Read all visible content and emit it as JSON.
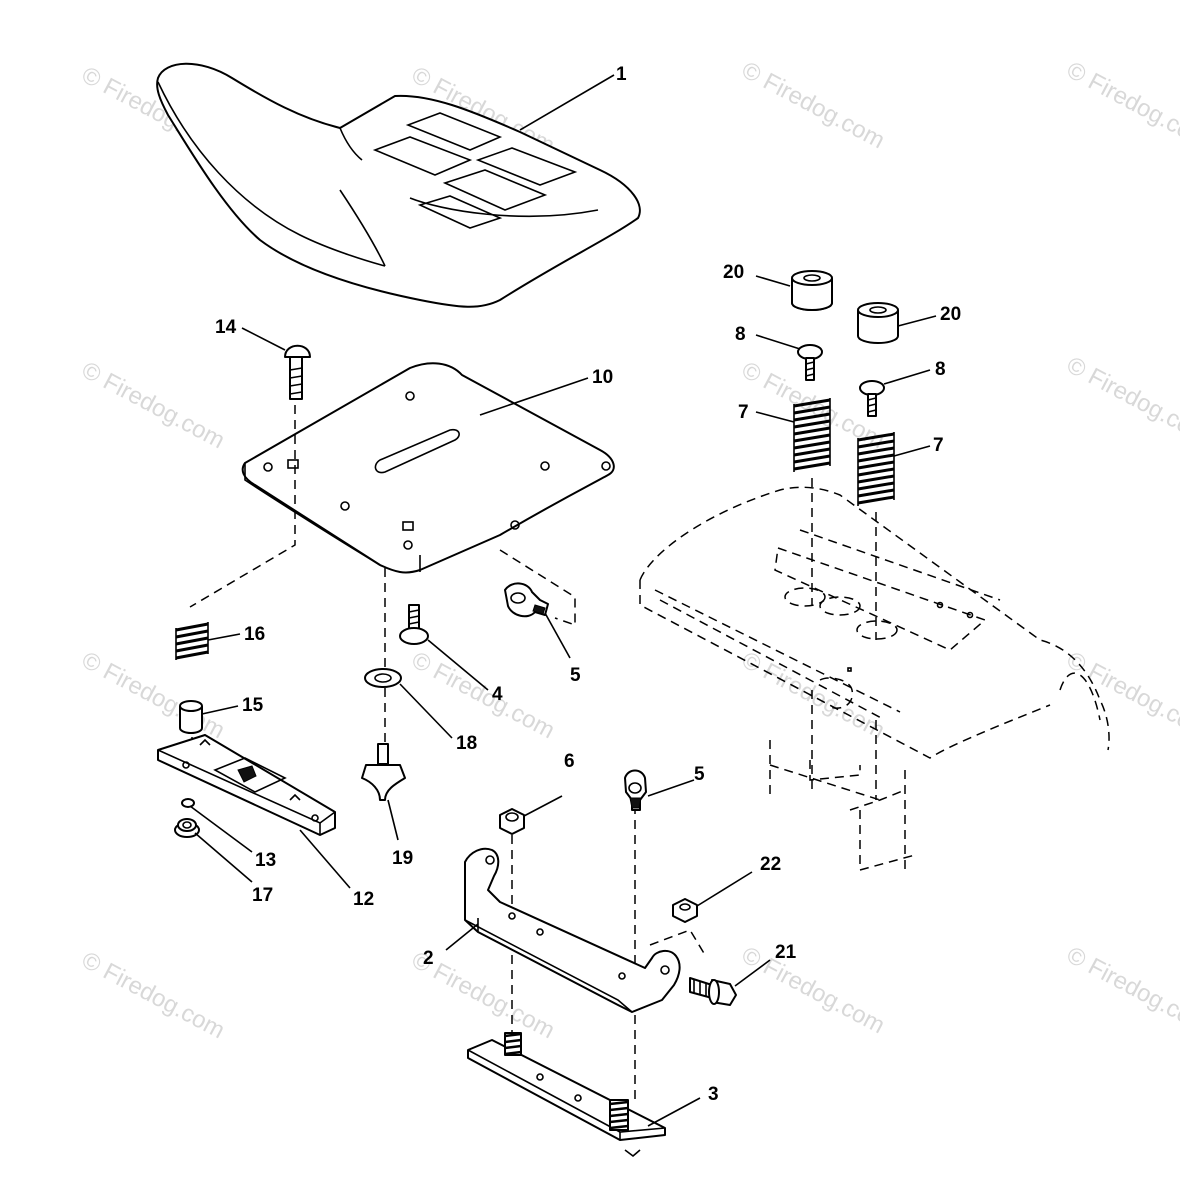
{
  "watermark": {
    "text": "© Firedog.com"
  },
  "callouts": {
    "c1": "1",
    "c2": "2",
    "c3": "3",
    "c4": "4",
    "c5a": "5",
    "c5b": "5",
    "c6": "6",
    "c7a": "7",
    "c7b": "7",
    "c8a": "8",
    "c8b": "8",
    "c10": "10",
    "c12": "12",
    "c13": "13",
    "c14": "14",
    "c15": "15",
    "c16": "16",
    "c17": "17",
    "c18": "18",
    "c19": "19",
    "c20a": "20",
    "c20b": "20",
    "c21": "21",
    "c22": "22"
  }
}
